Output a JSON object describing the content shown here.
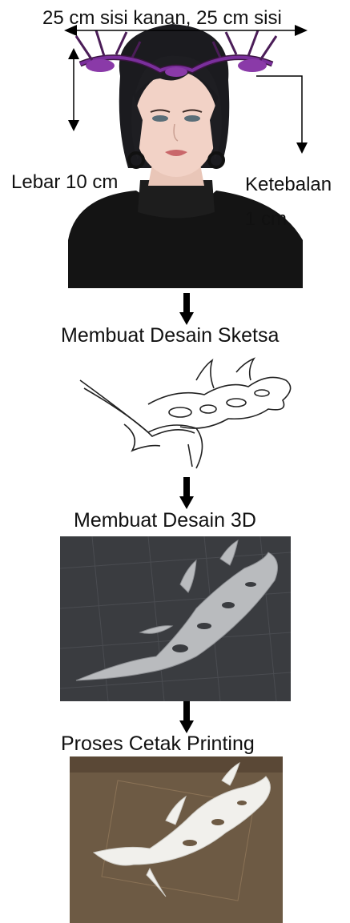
{
  "dimensions": {
    "top_label": "25 cm sisi kanan, 25 cm sisi",
    "width_label": "Lebar 10 cm",
    "thickness_label_line1": "Ketebalan",
    "thickness_label_line2": "1 cm"
  },
  "steps": [
    {
      "label": "Membuat Desain Sketsa"
    },
    {
      "label": "Membuat Desain 3D"
    },
    {
      "label": "Proses Cetak Printing"
    }
  ],
  "colors": {
    "crown": "#6a2a8a",
    "crown_dark": "#2a1030",
    "render_bg": "#3a3c40",
    "render_model": "#b9bbbe",
    "print_bed": "#6d5a44",
    "print_model": "#f1f0ec"
  },
  "icons": {
    "flow_arrow": "down-arrow",
    "dimension_arrow": "double-headed-arrow"
  }
}
